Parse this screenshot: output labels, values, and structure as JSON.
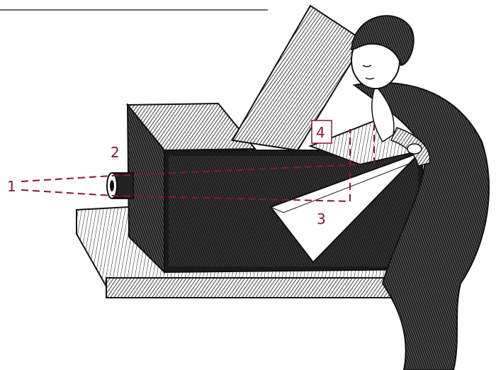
{
  "callouts": {
    "c1": "1",
    "c2": "2",
    "c3": "3",
    "c4": "4"
  },
  "colors": {
    "callout": "#8a1538",
    "ink": "#111111",
    "paper": "#ffffff"
  },
  "illustration": {
    "subject": "camera-obscura-engraving"
  }
}
